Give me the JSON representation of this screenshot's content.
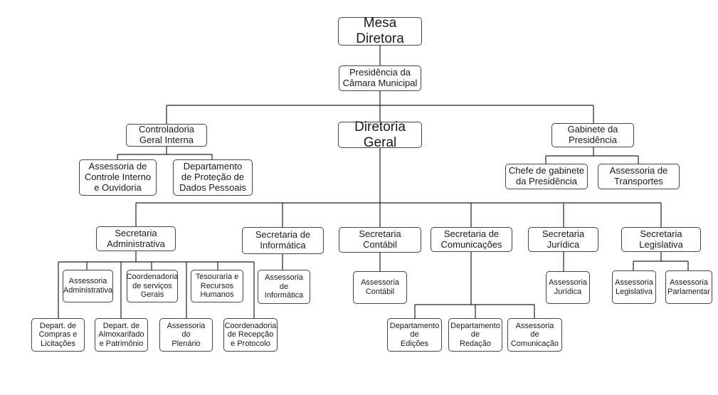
{
  "org": {
    "mesa_diretora": "Mesa Diretora",
    "presidencia": "Presidência da\nCâmara Municipal",
    "controladoria": "Controladoria\nGeral Interna",
    "assessoria_controle": "Assessoria de\nControle Interno\ne Ouvidoria",
    "depto_protecao": "Departamento\nde Proteção de\nDados Pessoais",
    "diretoria_geral": "Diretoria Geral",
    "gabinete": "Gabinete da\nPresidência",
    "chefe_gabinete": "Chefe de gabinete\nda Presidência",
    "assessoria_transportes": "Assessoria de\nTransportes",
    "sec_administrativa": "Secretaria\nAdministrativa",
    "assessoria_administrativa": "Assessoria\nAdministrativa",
    "coord_servicos": "Coordenadoria\nde serviços\nGerais",
    "tesouraria": "Tesouraria e\nRecursos\nHumanos",
    "depart_compras": "Depart. de\nCompras e\nLicitações",
    "depart_almox": "Depart. de\nAlmoxarifado\ne Patrimônio",
    "assessoria_plenario": "Assessoria\ndo\nPlenário",
    "coord_recepcao": "Coordenadoria\nde Recepção\ne Protocolo",
    "sec_informatica": "Secretaria de\nInformática",
    "assessoria_informatica": "Assessoria\nde\nInformática",
    "sec_contabil": "Secretaria\nContábil",
    "assessoria_contabil": "Assessoria\nContábil",
    "sec_comunicacoes": "Secretaria de\nComunicações",
    "depto_edicoes": "Departamento\nde\nEdições",
    "depto_redacao": "Departamento\nde\nRedação",
    "assessoria_comunicacao": "Assessoria\nde\nComunicação",
    "sec_juridica": "Secretaria\nJurídica",
    "assessoria_juridica": "Assessoria\nJurídica",
    "sec_legislativa": "Secretaria\nLegislativa",
    "assessoria_legislativa": "Assessoria\nLegislativa",
    "assessoria_parlamentar": "Assessoria\nParlamentar"
  }
}
